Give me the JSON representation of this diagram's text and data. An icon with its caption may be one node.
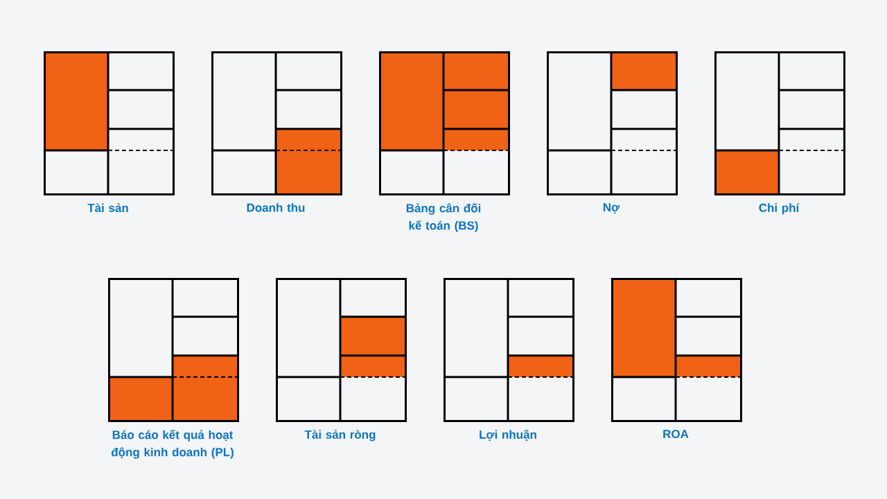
{
  "diagram": {
    "nodes": [
      {
        "text": [
          "Tài sản"
        ]
      },
      {
        "text": [
          "Doanh thu"
        ]
      },
      {
        "text": [
          "Bảng cân đối kế toán (BS)"
        ]
      },
      {
        "text": [
          "Nợ"
        ]
      },
      {
        "text": [
          "Chi phí"
        ]
      },
      {
        "text": [
          "Báo cáo kết quả hoạt động kinh doanh (PL)"
        ]
      },
      {
        "text": [
          "Tài sản ròng"
        ]
      },
      {
        "text": [
          "Lợi nhuận"
        ]
      },
      {
        "text": [
          "ROA"
        ]
      }
    ]
  }
}
